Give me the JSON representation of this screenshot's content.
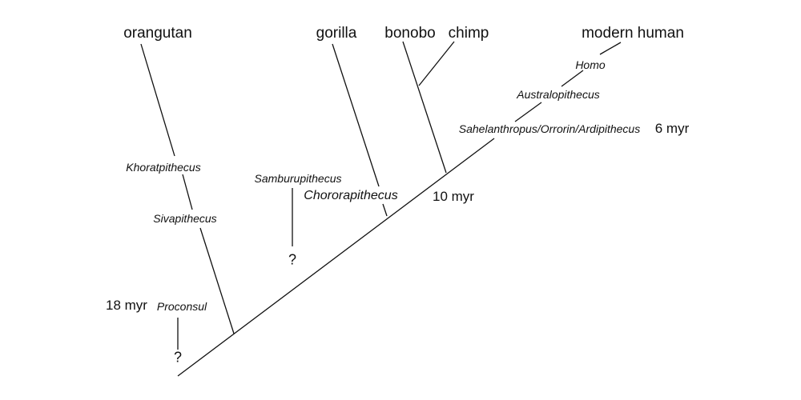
{
  "taxa": {
    "orangutan": "orangutan",
    "gorilla": "gorilla",
    "bonobo": "bonobo",
    "chimp": "chimp",
    "modern_human": "modern human"
  },
  "fossils": {
    "khoratpithecus": "Khoratpithecus",
    "sivapithecus": "Sivapithecus",
    "samburupithecus": "Samburupithecus",
    "chororapithecus": "Chororapithecus",
    "proconsul": "Proconsul",
    "sahelanthropus": "Sahelanthropus/Orrorin/Ardipithecus",
    "australopithecus": "Australopithecus",
    "homo": "Homo"
  },
  "unknown_marks": {
    "samburupithecus": "?",
    "proconsul": "?"
  },
  "times": {
    "t18": "18 myr",
    "t10": "10 myr",
    "t6": "6 myr"
  }
}
